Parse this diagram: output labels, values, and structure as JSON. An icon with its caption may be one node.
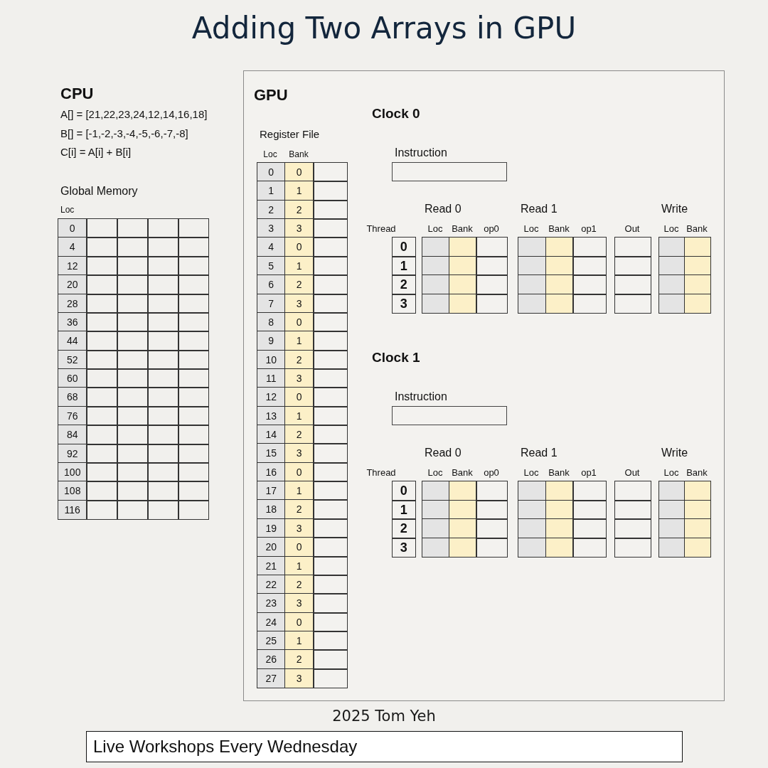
{
  "diagram": {
    "title": "Adding Two Arrays in GPU",
    "nodes": [
      {
        "text": [
          "GPU"
        ]
      },
      {
        "text": [
          "Live Workshops Every Wednesday"
        ]
      }
    ],
    "labels": [
      "CPU",
      "A[] = [21,22,23,24,12,14,16,18]",
      "B[] = [-1,-2,-3,-4,-5,-6,-7,-8]",
      "C[i] = A[i] + B[i]",
      "Global Memory",
      "Loc",
      "0",
      "4",
      "12",
      "20",
      "28",
      "36",
      "44",
      "52",
      "60",
      "68",
      "76",
      "84",
      "92",
      "100",
      "108",
      "116",
      "Register File",
      "Loc",
      "Bank",
      "0",
      "0",
      "1",
      "1",
      "2",
      "2",
      "3",
      "3",
      "4",
      "0",
      "5",
      "1",
      "6",
      "2",
      "7",
      "3",
      "8",
      "0",
      "9",
      "1",
      "10",
      "2",
      "11",
      "3",
      "12",
      "0",
      "13",
      "1",
      "14",
      "2",
      "15",
      "3",
      "16",
      "0",
      "17",
      "1",
      "18",
      "2",
      "19",
      "3",
      "20",
      "0",
      "21",
      "1",
      "22",
      "2",
      "23",
      "3",
      "24",
      "0",
      "25",
      "1",
      "26",
      "2",
      "27",
      "3",
      "Clock 0",
      "Instruction",
      "Read 0",
      "Read 1",
      "Write",
      "Thread",
      "Loc",
      "Bank",
      "op0",
      "Loc",
      "Bank",
      "op1",
      "Out",
      "Loc",
      "Bank",
      "0",
      "1",
      "2",
      "3",
      "Clock 1",
      "Instruction",
      "Read 0",
      "Read 1",
      "Write",
      "Thread",
      "Loc",
      "Bank",
      "op0",
      "Loc",
      "Bank",
      "op1",
      "Out",
      "Loc",
      "Bank",
      "0",
      "1",
      "2",
      "3",
      "2025 Tom Yeh"
    ]
  }
}
